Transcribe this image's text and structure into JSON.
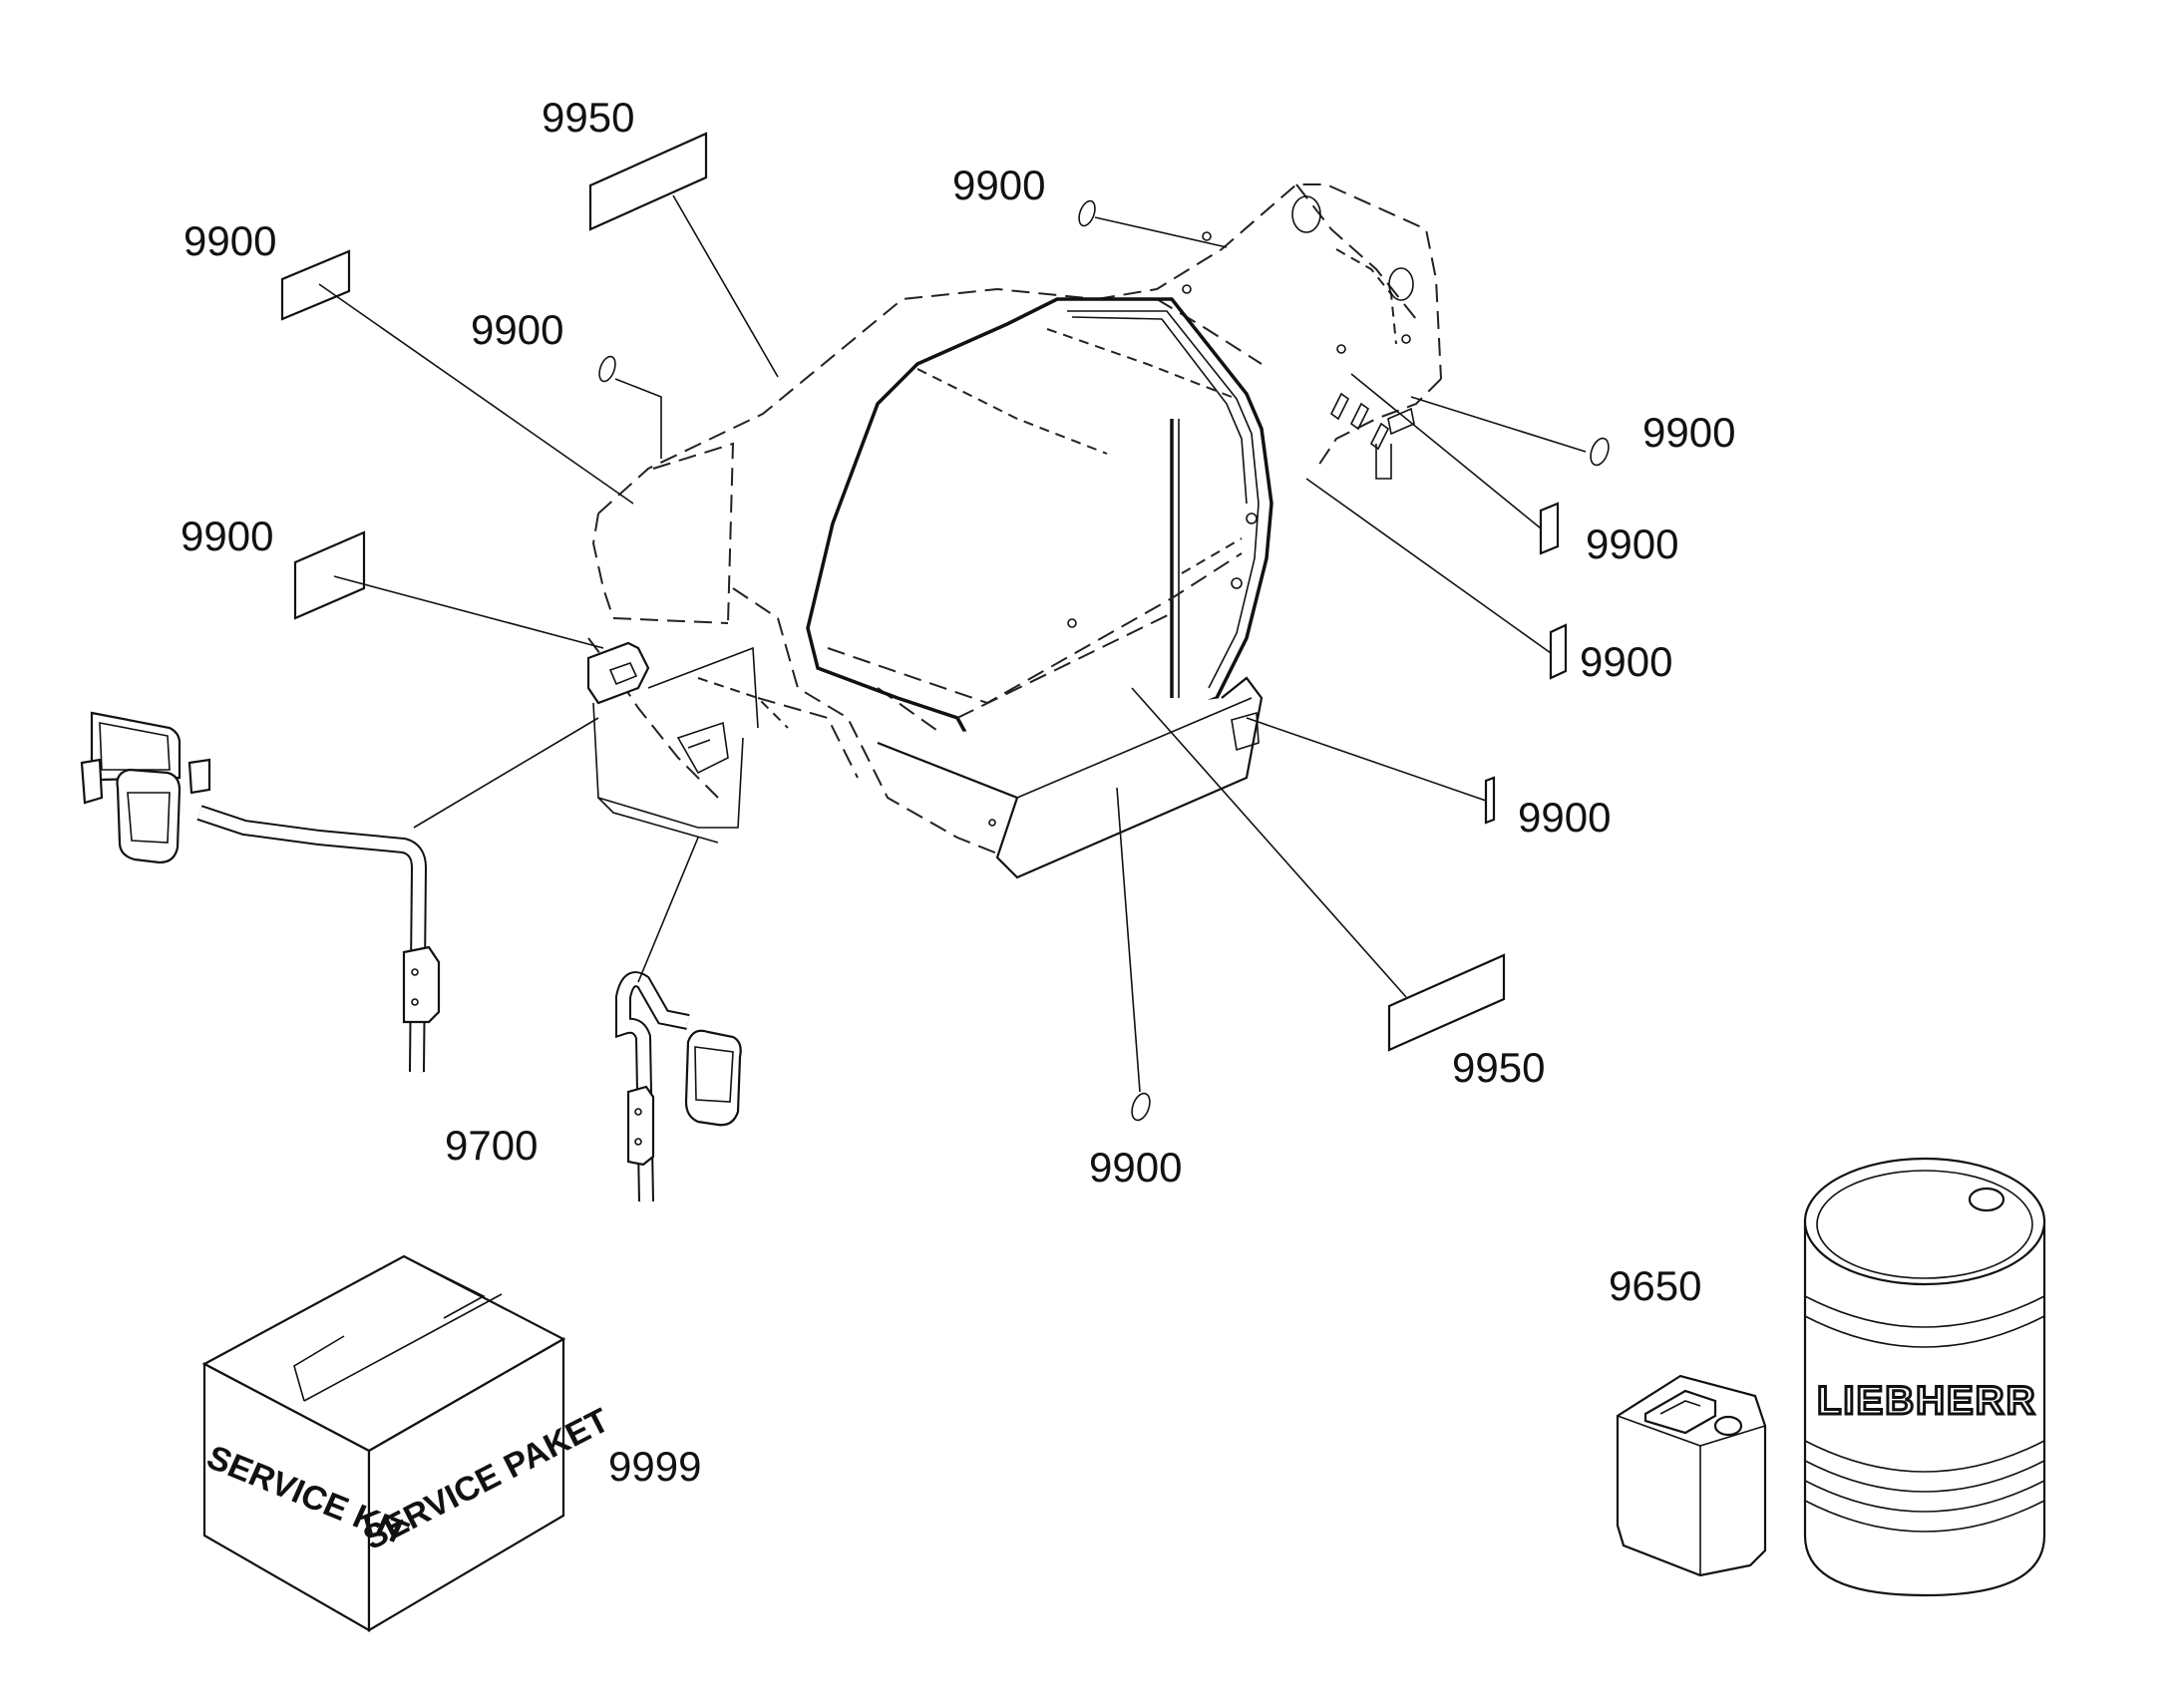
{
  "labels": {
    "l9950_top": "9950",
    "l9900_topmid": "9900",
    "l9900_left1": "9900",
    "l9900_left2": "9900",
    "l9900_left3": "9900",
    "l9900_right1": "9900",
    "l9900_right2": "9900",
    "l9900_right3": "9900",
    "l9900_right4": "9900",
    "l9950_right": "9950",
    "l9900_bottom": "9900",
    "l9700": "9700",
    "l9650": "9650",
    "l9999": "9999"
  },
  "box": {
    "front_text": "SERVICE KIT",
    "side_text": "SERVICE PAKET"
  },
  "drum": {
    "brand_text": "LIEBHERR"
  }
}
